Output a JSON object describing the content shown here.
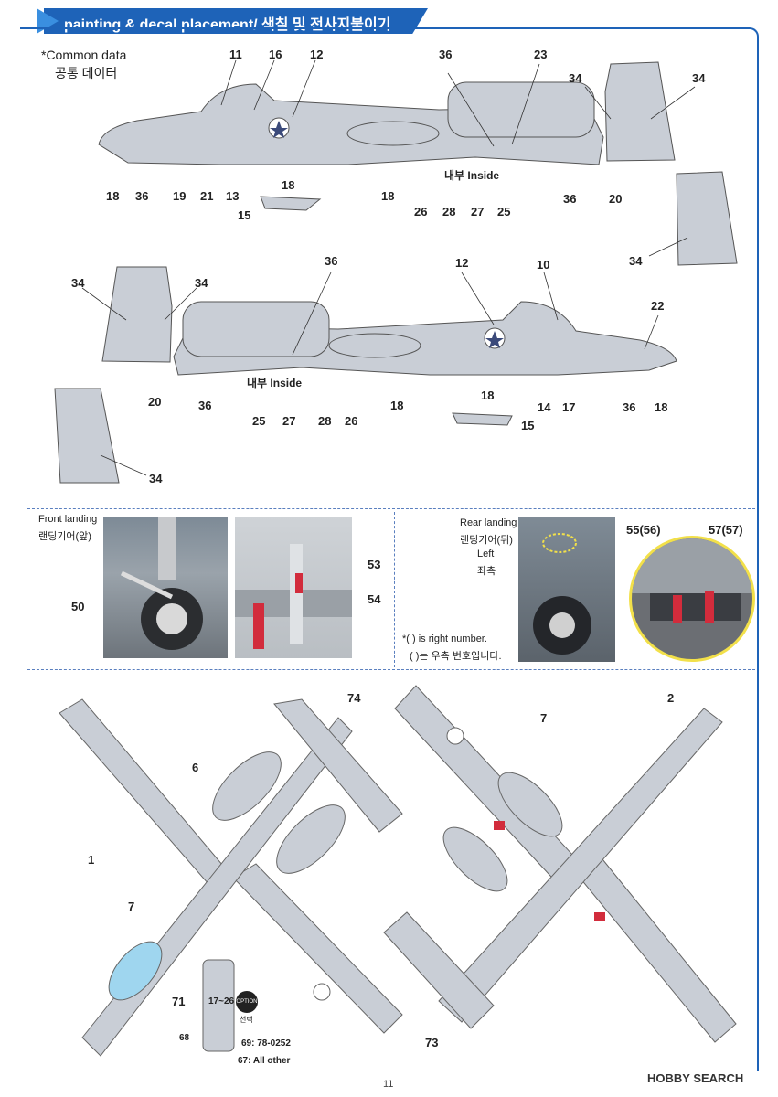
{
  "header": {
    "title": "painting & decal placement/ 색칠 및 전사지붙이기"
  },
  "common": {
    "label_en": "*Common data",
    "label_kr": "공통 데이터"
  },
  "side_top": {
    "callouts": [
      "11",
      "16",
      "12",
      "36",
      "23",
      "34",
      "34",
      "18",
      "36",
      "19",
      "21",
      "13",
      "18",
      "18",
      "36",
      "20",
      "15",
      "26",
      "28",
      "27",
      "25",
      "34"
    ],
    "inside": "내부 Inside"
  },
  "side_bottom": {
    "callouts": [
      "36",
      "12",
      "10",
      "22",
      "34",
      "34",
      "20",
      "36",
      "18",
      "18",
      "14",
      "17",
      "36",
      "18",
      "15",
      "25",
      "27",
      "28",
      "26",
      "34"
    ],
    "inside": "내부 Inside"
  },
  "front_landing": {
    "label_en": "Front landing",
    "label_kr": "랜딩기어(앞)",
    "callouts": [
      "50",
      "53",
      "54"
    ]
  },
  "rear_landing": {
    "label_en": "Rear landing",
    "label_kr": "랜딩기어(뒤)",
    "left_en": "Left",
    "left_kr": "좌측",
    "callouts": [
      "55(56)",
      "57(57)"
    ],
    "note_en": "*(    ) is right number.",
    "note_kr": "(    )는 우측 번호입니다."
  },
  "plan": {
    "callouts": [
      "74",
      "6",
      "1",
      "7",
      "71",
      "73",
      "2",
      "7"
    ],
    "option": {
      "range": "17~26",
      "badge": "OPTION",
      "badge_kr": "선택"
    },
    "tail_notes": {
      "n68": "68",
      "n69": "69: 78-0252",
      "n67": "67: All other"
    }
  },
  "footer": {
    "page": "11",
    "watermark": "HOBBY SEARCH"
  },
  "colors": {
    "accent": "#1e63b8",
    "aircraft": "#c9ced6",
    "red": "#d22c3c",
    "cyan": "#9fd6ef"
  }
}
